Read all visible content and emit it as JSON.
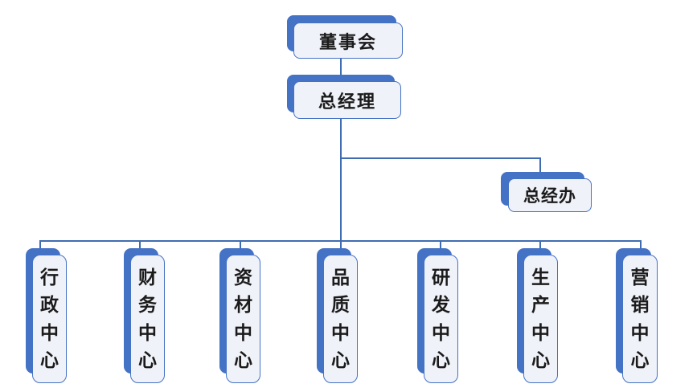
{
  "colors": {
    "shadow": "#4472C4",
    "face": "#F0F2F9",
    "border": "#4472C4",
    "connector": "#3F6CB0",
    "text": "#1B1B1B",
    "bg": "#FFFFFF"
  },
  "org": {
    "type": "org-chart",
    "board": {
      "label": "董事会"
    },
    "general_manager": {
      "label": "总经理",
      "reports_to": "董事会"
    },
    "gm_office": {
      "label": "总经办",
      "reports_to": "总经理"
    },
    "departments": [
      {
        "label": "行政中心"
      },
      {
        "label": "财务中心"
      },
      {
        "label": "资材中心"
      },
      {
        "label": "品质中心"
      },
      {
        "label": "研发中心"
      },
      {
        "label": "生产中心"
      },
      {
        "label": "营销中心"
      }
    ]
  }
}
